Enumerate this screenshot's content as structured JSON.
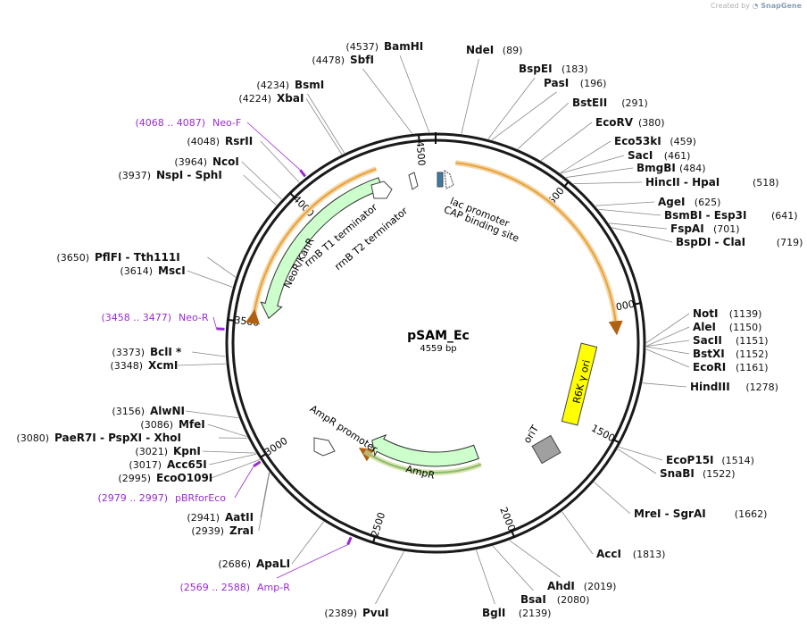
{
  "credit": {
    "prefix": "Created by",
    "brand": "SnapGene"
  },
  "plasmid": {
    "name": "pSAM_Ec",
    "length": "4559 bp",
    "total_bp": 4559
  },
  "ticks": [
    "500",
    "1000",
    "1500",
    "2000",
    "2500",
    "3000",
    "3500",
    "4000",
    "4500"
  ],
  "features": [
    {
      "name": "NeoR/KanR",
      "start": 3526,
      "end": 4317,
      "strand": -1,
      "color": "#ccffcc"
    },
    {
      "name": "AmpR",
      "start": 2020,
      "end": 2700,
      "strand": 1,
      "color": "#ccffcc"
    },
    {
      "name": "AmpR promoter",
      "start": 2700,
      "end": 2800,
      "strand": 1,
      "color": "#ffffff"
    },
    {
      "name": "R6K γ ori",
      "start": 1300,
      "end": 1465,
      "strand": 0,
      "color": "#ffff00"
    },
    {
      "name": "oriT",
      "start": 1760,
      "end": 1870,
      "strand": 0,
      "color": "#999999"
    },
    {
      "name": "lac promoter",
      "start": 4390,
      "end": 4420,
      "strand": 1,
      "color": "#ffffff"
    },
    {
      "name": "CAP binding site",
      "start": 4370,
      "end": 4385,
      "strand": 0,
      "color": "#3a7ca5"
    },
    {
      "name": "rrnB T1 terminator",
      "start": 4470,
      "end": 4545,
      "strand": -1,
      "color": "#ffffff"
    },
    {
      "name": "rrnB T2 terminator",
      "start": 4420,
      "end": 4448,
      "strand": -1,
      "color": "#ffffff"
    }
  ],
  "orfs": [
    {
      "start": 80,
      "end": 1080,
      "strand": 1
    },
    {
      "start": 3525,
      "end": 4320,
      "strand": -1
    },
    {
      "start": 2020,
      "end": 2700,
      "strand": 1
    }
  ],
  "sites": [
    {
      "name": "NdeI",
      "pos": "(89)"
    },
    {
      "name": "BspEI",
      "pos": "(183)"
    },
    {
      "name": "PasI",
      "pos": "(196)"
    },
    {
      "name": "BstEII",
      "pos": "(291)"
    },
    {
      "name": "EcoRV",
      "pos": "(380)"
    },
    {
      "name": "Eco53kI",
      "pos": "(459)"
    },
    {
      "name": "SacI",
      "pos": "(461)"
    },
    {
      "name": "BmgBI",
      "pos": "(484)"
    },
    {
      "name": "HincII  -  HpaI",
      "pos": "(518)"
    },
    {
      "name": "AgeI",
      "pos": "(625)"
    },
    {
      "name": "BsmBI  -  Esp3I",
      "pos": "(641)"
    },
    {
      "name": "FspAI",
      "pos": "(701)"
    },
    {
      "name": "BspDI  -  ClaI",
      "pos": "(719)"
    },
    {
      "name": "NotI",
      "pos": "(1139)"
    },
    {
      "name": "AleI",
      "pos": "(1150)"
    },
    {
      "name": "SacII",
      "pos": "(1151)"
    },
    {
      "name": "BstXI",
      "pos": "(1152)"
    },
    {
      "name": "EcoRI",
      "pos": "(1161)"
    },
    {
      "name": "HindIII",
      "pos": "(1278)"
    },
    {
      "name": "EcoP15I",
      "pos": "(1514)"
    },
    {
      "name": "SnaBI",
      "pos": "(1522)"
    },
    {
      "name": "MreI  -  SgrAI",
      "pos": "(1662)"
    },
    {
      "name": "AccI",
      "pos": "(1813)"
    },
    {
      "name": "AhdI",
      "pos": "(2019)"
    },
    {
      "name": "BsaI",
      "pos": "(2080)"
    },
    {
      "name": "BglI",
      "pos": "(2139)"
    },
    {
      "name": "PvuI",
      "pos": "(2389)"
    },
    {
      "name": "ApaLI",
      "pos": "(2686)"
    },
    {
      "name": "AatII",
      "pos": "(2941)"
    },
    {
      "name": "ZraI",
      "pos": "(2939)"
    },
    {
      "name": "EcoO109I",
      "pos": "(2995)"
    },
    {
      "name": "Acc65I",
      "pos": "(3017)"
    },
    {
      "name": "KpnI",
      "pos": "(3021)"
    },
    {
      "name": "PaeR7I  -  PspXI  -  XhoI",
      "pos": "(3080)"
    },
    {
      "name": "MfeI",
      "pos": "(3086)"
    },
    {
      "name": "AlwNI",
      "pos": "(3156)"
    },
    {
      "name": "XcmI",
      "pos": "(3348)"
    },
    {
      "name": "BclI *",
      "pos": "(3373)"
    },
    {
      "name": "MscI",
      "pos": "(3614)"
    },
    {
      "name": "PflFI  -  Tth111I",
      "pos": "(3650)"
    },
    {
      "name": "NspI  -  SphI",
      "pos": "(3937)"
    },
    {
      "name": "NcoI",
      "pos": "(3964)"
    },
    {
      "name": "RsrII",
      "pos": "(4048)"
    },
    {
      "name": "XbaI",
      "pos": "(4224)"
    },
    {
      "name": "BsmI",
      "pos": "(4234)"
    },
    {
      "name": "SbfI",
      "pos": "(4478)"
    },
    {
      "name": "BamHI",
      "pos": "(4537)"
    }
  ],
  "primers": [
    {
      "name": "Neo-F",
      "range": "(4068 .. 4087)"
    },
    {
      "name": "Neo-R",
      "range": "(3458 .. 3477)"
    },
    {
      "name": "pBRforEco",
      "range": "(2979 .. 2997)"
    },
    {
      "name": "Amp-R",
      "range": "(2569 .. 2588)"
    }
  ],
  "colors": {
    "backbone": "#1a1a1a",
    "orf": "#e8a33a",
    "primer": "#9a2cd0",
    "feature_outline": "#333333"
  }
}
